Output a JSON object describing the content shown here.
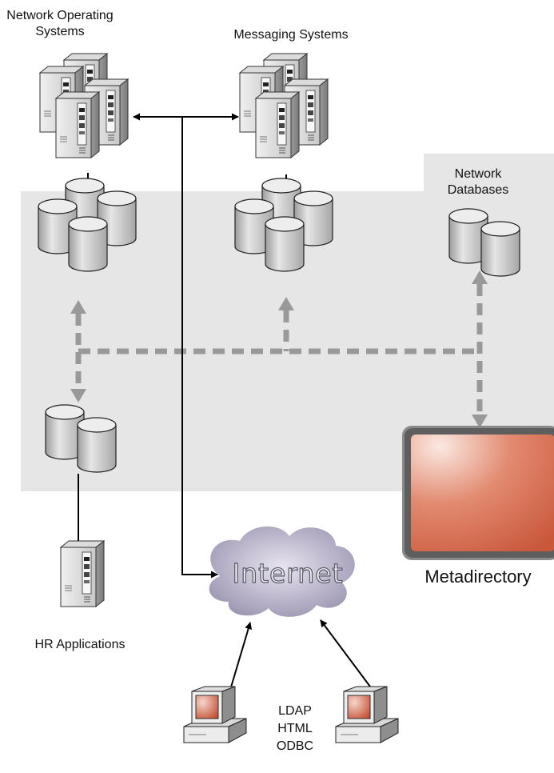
{
  "labels": {
    "network_os_line1": "Network Operating",
    "network_os_line2": "Systems",
    "messaging": "Messaging Systems",
    "network_db_line1": "Network",
    "network_db_line2": "Databases",
    "metadirectory": "Metadirectory",
    "hr_applications": "HR Applications",
    "internet": "Internet",
    "protocols": [
      "LDAP",
      "HTML",
      "ODBC"
    ]
  },
  "colors": {
    "zone_fill": "#e6e6e6",
    "solid_link": "#000000",
    "dashed_link": "#999999",
    "meta_box": "#d9694f",
    "cloud": "#b3adc3"
  },
  "icons": [
    "server-cluster-icon",
    "database-cluster-icon",
    "server-icon",
    "cloud-icon",
    "workstation-icon"
  ]
}
